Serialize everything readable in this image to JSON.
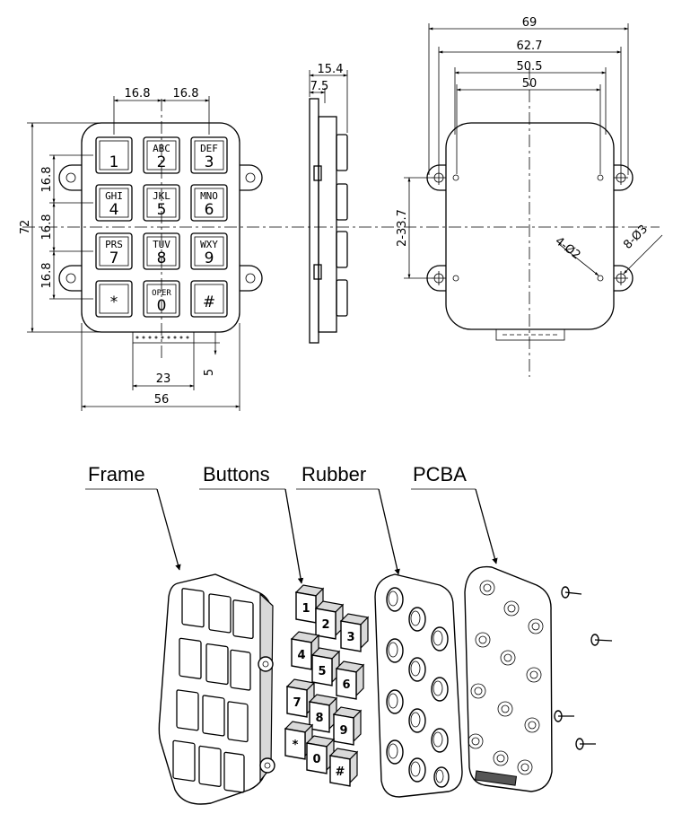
{
  "front_view": {
    "keys": [
      {
        "sub": "",
        "num": "1"
      },
      {
        "sub": "ABC",
        "num": "2"
      },
      {
        "sub": "DEF",
        "num": "3"
      },
      {
        "sub": "GHI",
        "num": "4"
      },
      {
        "sub": "JKL",
        "num": "5"
      },
      {
        "sub": "MNO",
        "num": "6"
      },
      {
        "sub": "PRS",
        "num": "7"
      },
      {
        "sub": "TUV",
        "num": "8"
      },
      {
        "sub": "WXY",
        "num": "9"
      },
      {
        "sub": "",
        "num": "*"
      },
      {
        "sub": "OPER",
        "num": "0"
      },
      {
        "sub": "",
        "num": "#"
      }
    ],
    "dims": {
      "pitch_h_left": "16.8",
      "pitch_h_right": "16.8",
      "pitch_v_1": "16.8",
      "pitch_v_2": "16.8",
      "pitch_v_3": "16.8",
      "height": "72",
      "connector_width": "23",
      "connector_offset": "5",
      "width": "56"
    }
  },
  "side_view": {
    "dims": {
      "depth": "15.4",
      "front_depth": "7.5"
    }
  },
  "rear_view": {
    "dims": {
      "outer_width": "69",
      "hole_span_outer": "62.7",
      "body_width": "50.5",
      "hole_span_inner": "50",
      "vertical_span": "2-33.7",
      "small_holes": "4-Ø2",
      "large_holes": "8-Ø3"
    }
  },
  "exploded_view": {
    "labels": {
      "frame": "Frame",
      "buttons": "Buttons",
      "rubber": "Rubber",
      "pcba": "PCBA"
    },
    "button_glyphs": [
      "1",
      "2",
      "3",
      "4",
      "5",
      "6",
      "7",
      "8",
      "9",
      "*",
      "0",
      "#"
    ]
  }
}
